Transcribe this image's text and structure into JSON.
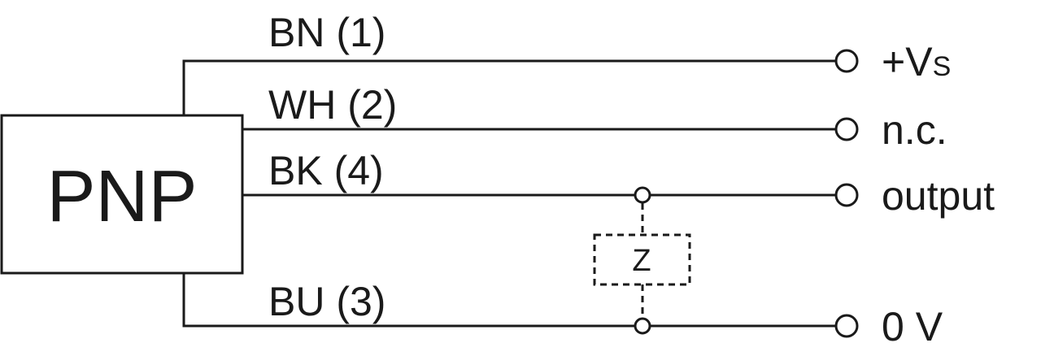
{
  "block": {
    "label": "PNP"
  },
  "wires": [
    {
      "label": "BN (1)",
      "terminal": "+V",
      "terminal_sub": "S"
    },
    {
      "label": "WH (2)",
      "terminal": "n.c."
    },
    {
      "label": "BK (4)",
      "terminal": "output"
    },
    {
      "label": "BU (3)",
      "terminal": "0 V"
    }
  ],
  "load": {
    "label": "Z"
  },
  "colors": {
    "line": "#1a1a1a",
    "background": "#ffffff"
  }
}
